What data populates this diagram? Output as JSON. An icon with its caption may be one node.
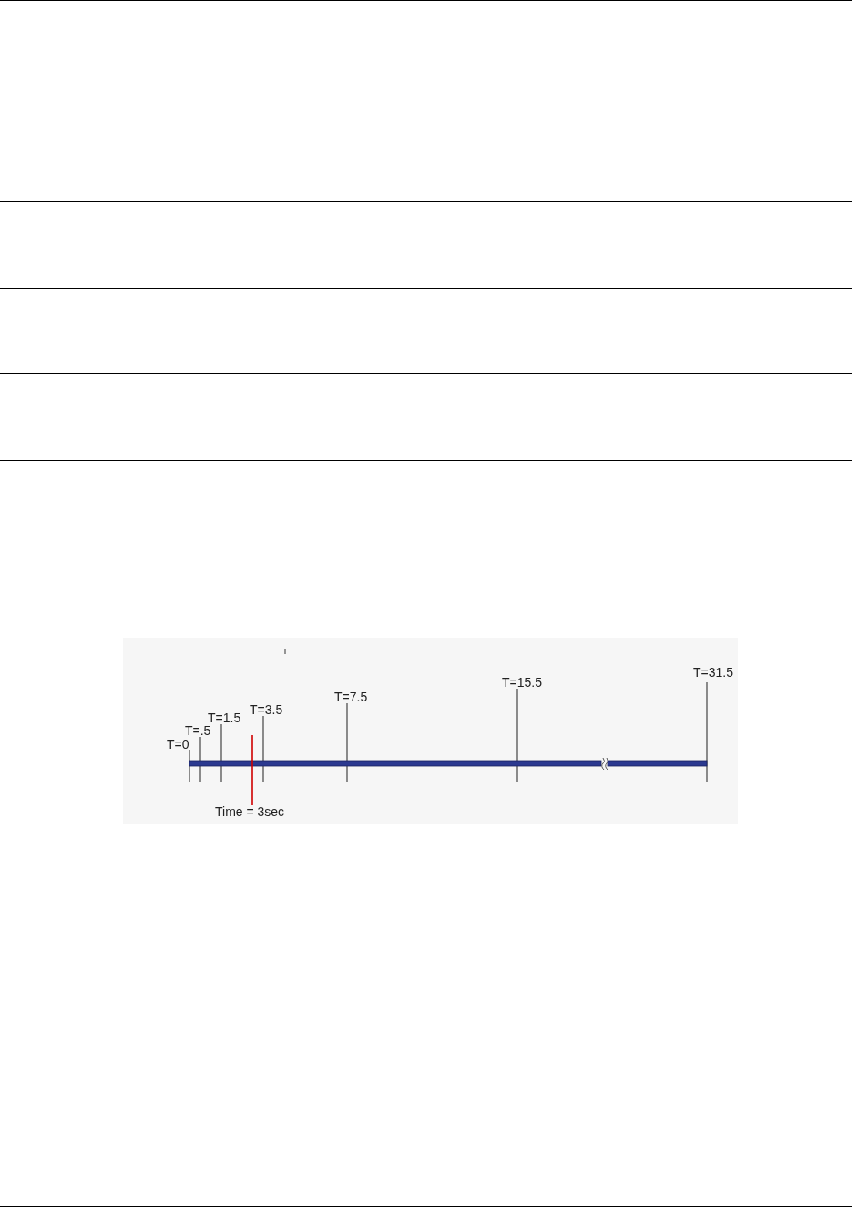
{
  "diagram": {
    "labels": [
      "T=0",
      "T=.5",
      "T=1.5",
      "T=3.5",
      "T=7.5",
      "T=15.5",
      "T=31.5",
      "Time = 3sec"
    ]
  }
}
